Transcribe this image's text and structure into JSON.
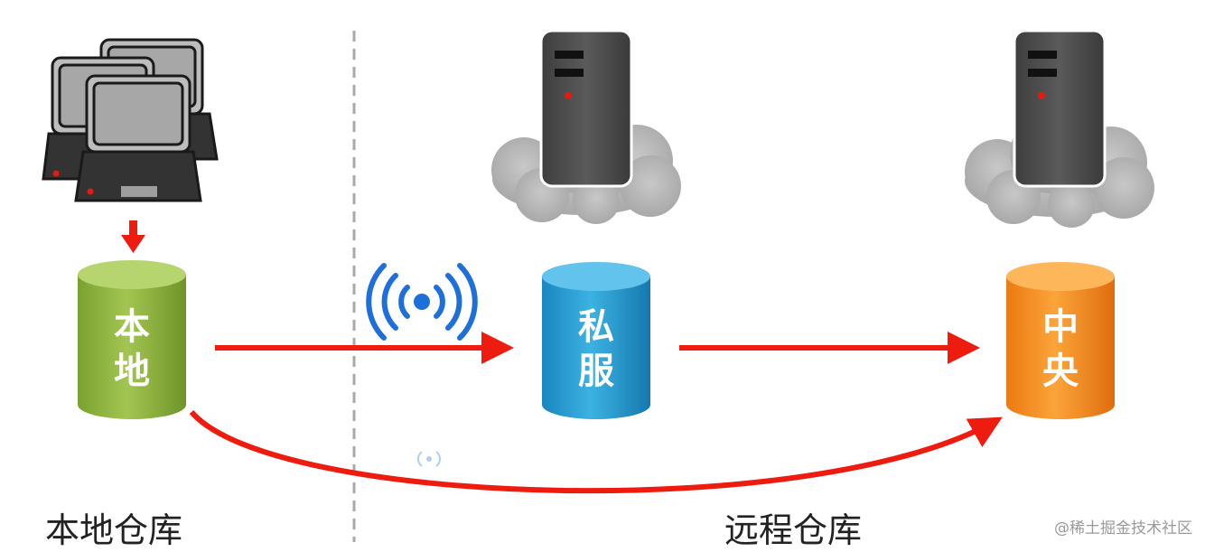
{
  "repos": {
    "local": {
      "line1": "本",
      "line2": "地"
    },
    "private": {
      "line1": "私",
      "line2": "服"
    },
    "central": {
      "line1": "中",
      "line2": "央"
    }
  },
  "captions": {
    "local": "本地仓库",
    "remote": "远程仓库"
  },
  "watermark": "@稀土掘金技术社区",
  "colors": {
    "arrow": "#ee1c0e",
    "local_repo": "#8fb23f",
    "private_repo": "#2b9fd3",
    "central_repo": "#f58a1f",
    "server": "#4d4d4d",
    "cloud": "#b3b3b3",
    "wifi": "#1e6fd9",
    "divider": "#a9a9a9"
  },
  "icons": [
    "computers-icon",
    "server-icon",
    "cloud-icon",
    "wifi-icon"
  ]
}
